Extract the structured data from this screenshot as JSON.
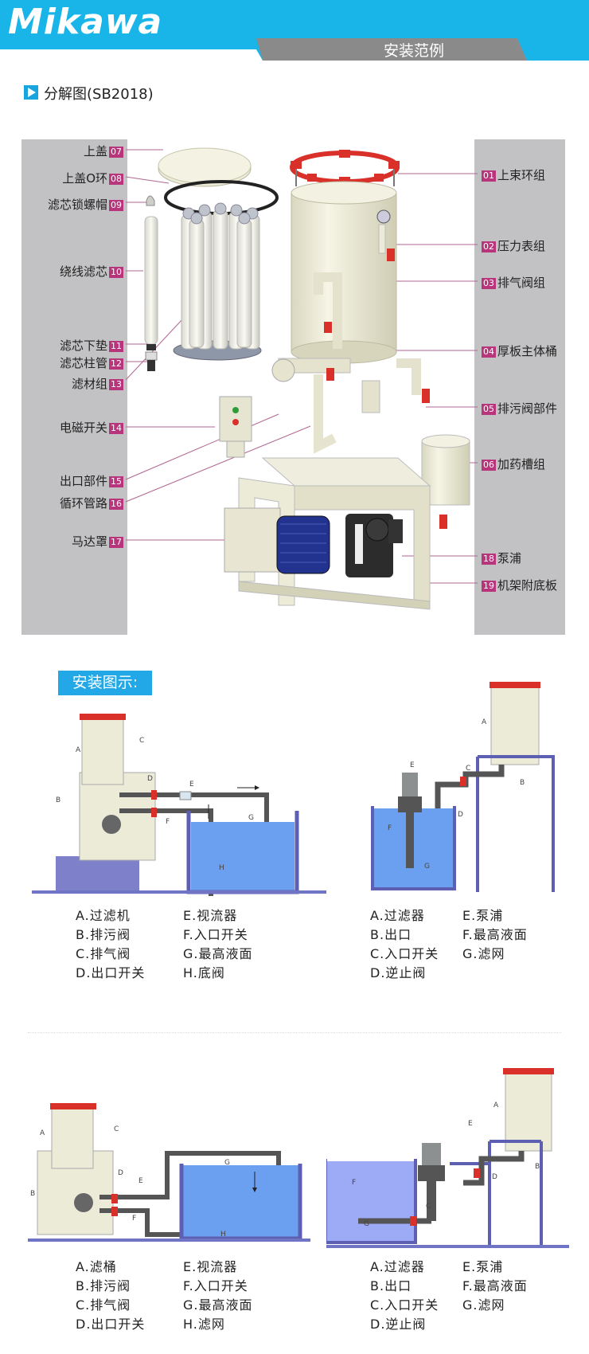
{
  "header": {
    "logo": "Mikawa",
    "subtitle": "安装范例"
  },
  "section": {
    "title": "分解图(SB2018)"
  },
  "parts_left": [
    {
      "name": "上盖",
      "num": "07"
    },
    {
      "name": "上盖O环",
      "num": "08"
    },
    {
      "name": "滤芯锁螺帽",
      "num": "09"
    },
    {
      "name": "绕线滤芯",
      "num": "10"
    },
    {
      "name": "滤芯下垫",
      "num": "11"
    },
    {
      "name": "滤芯柱管",
      "num": "12"
    },
    {
      "name": "滤材组",
      "num": "13"
    },
    {
      "name": "电磁开关",
      "num": "14"
    },
    {
      "name": "出口部件",
      "num": "15"
    },
    {
      "name": "循环管路",
      "num": "16"
    },
    {
      "name": "马达罩",
      "num": "17"
    }
  ],
  "parts_right": [
    {
      "name": "上束环组",
      "num": "01"
    },
    {
      "name": "压力表组",
      "num": "02"
    },
    {
      "name": "排气阀组",
      "num": "03"
    },
    {
      "name": "厚板主体桶",
      "num": "04"
    },
    {
      "name": "排污阀部件",
      "num": "05"
    },
    {
      "name": "加药槽组",
      "num": "06"
    },
    {
      "name": "泵浦",
      "num": "18"
    },
    {
      "name": "机架附底板",
      "num": "19"
    }
  ],
  "install": {
    "badge": "安装图示:"
  },
  "fig_letters": {
    "a": "A",
    "b": "B",
    "c": "C",
    "d": "D",
    "e": "E",
    "f": "F",
    "g": "G",
    "h": "H"
  },
  "legends": {
    "fig1": [
      {
        "a": "A.过滤机",
        "b": "E.视流器"
      },
      {
        "a": "B.排污阀",
        "b": "F.入口开关"
      },
      {
        "a": "C.排气阀",
        "b": "G.最高液面"
      },
      {
        "a": "D.出口开关",
        "b": "H.底阀"
      }
    ],
    "fig2": [
      {
        "a": "A.过滤器",
        "b": "E.泵浦"
      },
      {
        "a": "B.出口",
        "b": "F.最高液面"
      },
      {
        "a": "C.入口开关",
        "b": "G.滤网"
      },
      {
        "a": "D.逆止阀",
        "b": ""
      }
    ],
    "fig3": [
      {
        "a": "A.滤桶",
        "b": "E.视流器"
      },
      {
        "a": "B.排污阀",
        "b": "F.入口开关"
      },
      {
        "a": "C.排气阀",
        "b": "G.最高液面"
      },
      {
        "a": "D.出口开关",
        "b": "H.滤网"
      }
    ],
    "fig4": [
      {
        "a": "A.过滤器",
        "b": "E.泵浦"
      },
      {
        "a": "B.出口",
        "b": "F.最高液面"
      },
      {
        "a": "C.入口开关",
        "b": "G.滤网"
      },
      {
        "a": "D.逆止阀",
        "b": ""
      }
    ]
  },
  "colors": {
    "brand_blue": "#19b4e8",
    "header_gray": "#8a8a8a",
    "panel_gray": "#c2c2c4",
    "tag_magenta": "#b8357b",
    "machine": "#ecebd8",
    "valve_red": "#d9302a",
    "water": "#6b9ff0",
    "tank_frame": "#5d5fb3"
  }
}
